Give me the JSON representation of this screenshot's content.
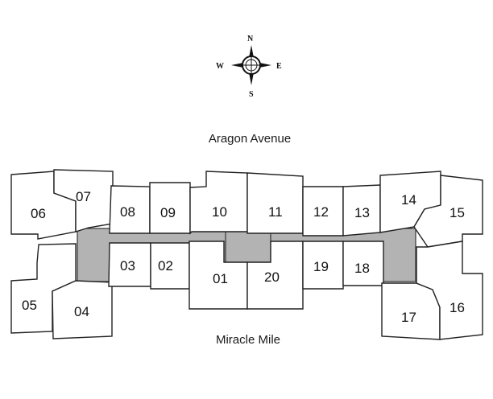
{
  "compass": {
    "north": "N",
    "south": "S",
    "east": "E",
    "west": "W",
    "icon": "compass-rose-icon"
  },
  "streets": {
    "north": "Aragon Avenue",
    "south": "Miracle Mile"
  },
  "units": {
    "u01": "01",
    "u02": "02",
    "u03": "03",
    "u04": "04",
    "u05": "05",
    "u06": "06",
    "u07": "07",
    "u08": "08",
    "u09": "09",
    "u10": "10",
    "u11": "11",
    "u12": "12",
    "u13": "13",
    "u14": "14",
    "u15": "15",
    "u16": "16",
    "u17": "17",
    "u18": "18",
    "u19": "19",
    "u20": "20"
  },
  "colors": {
    "corridor": "#b3b3b3",
    "outline": "#222222"
  }
}
